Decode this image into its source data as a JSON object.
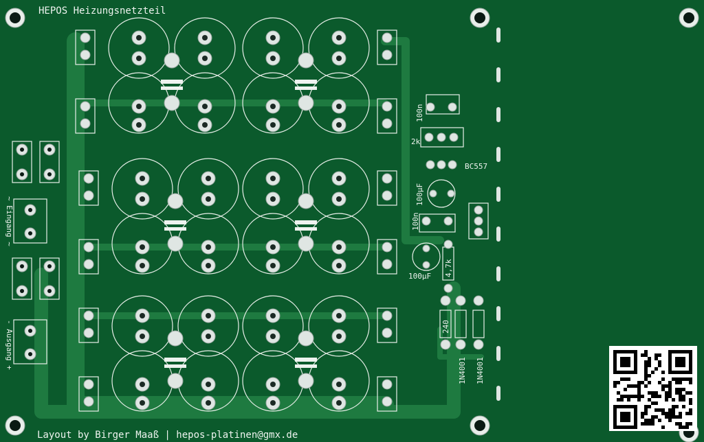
{
  "board": {
    "title": "HEPOS Heizungsnetzteil",
    "footer": "Layout by Birger Maaß | hepos-platinen@gmx.de",
    "label_eingang": "~ Eingang ~",
    "label_ausgang": "- Ausgang +",
    "label_100n_top": "100n",
    "label_2k": "2k",
    "label_bc557": "BC557",
    "label_100uf_top": "100µF",
    "label_100n_mid": "100n",
    "label_100uf_mid": "100µF",
    "label_4k7": "4,7k",
    "label_240": "240",
    "label_1n4001_a": "1N4001",
    "label_1n4001_b": "1N4001",
    "colors": {
      "board": "#0b5a2c",
      "trace": "#1e7a40",
      "silkscreen": "#eef3ef",
      "pad": "#dfe6e3"
    }
  }
}
